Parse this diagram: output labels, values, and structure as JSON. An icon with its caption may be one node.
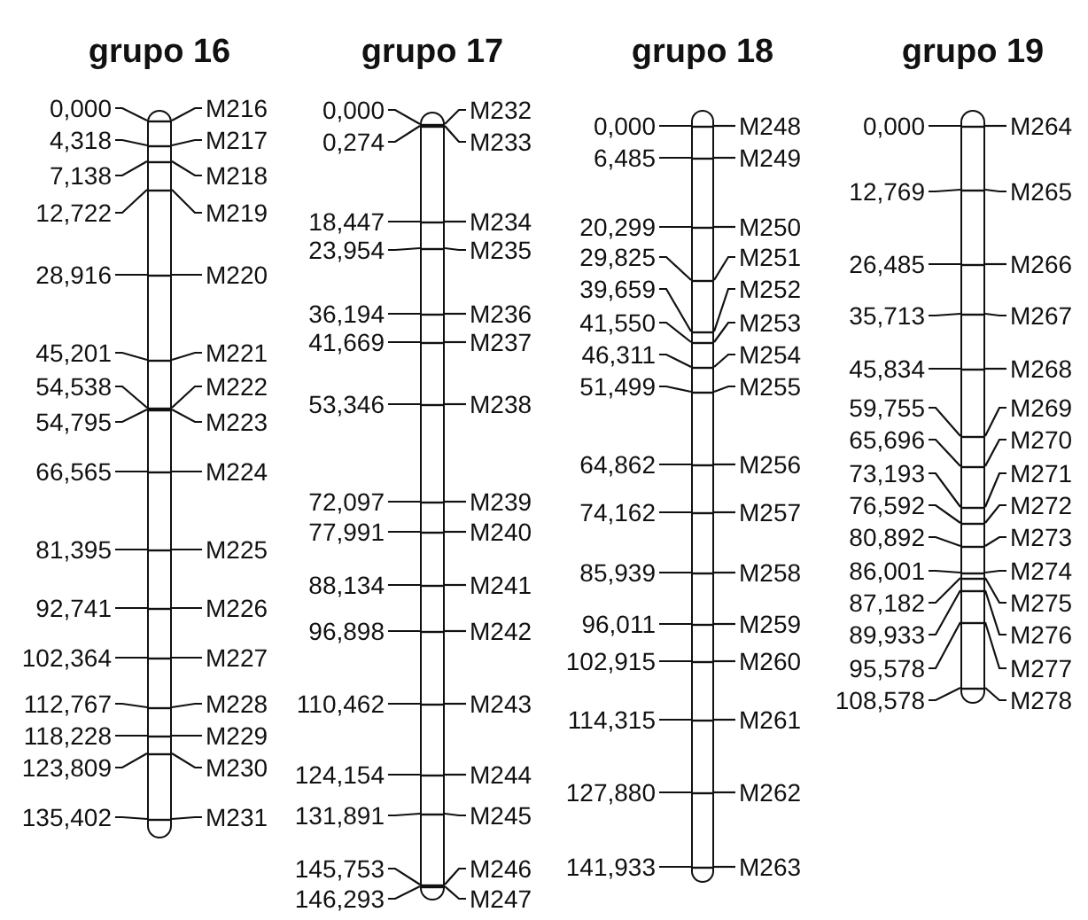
{
  "diagram": {
    "nodes": [
      {
        "text": [
          "grupo 16"
        ]
      },
      {
        "text": [
          "0,000"
        ]
      },
      {
        "text": [
          "M216"
        ]
      },
      {
        "text": [
          "4,318"
        ]
      },
      {
        "text": [
          "M217"
        ]
      },
      {
        "text": [
          "7,138"
        ]
      },
      {
        "text": [
          "M218"
        ]
      },
      {
        "text": [
          "12,722"
        ]
      },
      {
        "text": [
          "M219"
        ]
      },
      {
        "text": [
          "28,916"
        ]
      },
      {
        "text": [
          "M220"
        ]
      },
      {
        "text": [
          "45,201"
        ]
      },
      {
        "text": [
          "M221"
        ]
      },
      {
        "text": [
          "54,538"
        ]
      },
      {
        "text": [
          "M222"
        ]
      },
      {
        "text": [
          "54,795"
        ]
      },
      {
        "text": [
          "M223"
        ]
      },
      {
        "text": [
          "66,565"
        ]
      },
      {
        "text": [
          "M224"
        ]
      },
      {
        "text": [
          "81,395"
        ]
      },
      {
        "text": [
          "M225"
        ]
      },
      {
        "text": [
          "92,741"
        ]
      },
      {
        "text": [
          "M226"
        ]
      },
      {
        "text": [
          "102,364"
        ]
      },
      {
        "text": [
          "M227"
        ]
      },
      {
        "text": [
          "112,767"
        ]
      },
      {
        "text": [
          "M228"
        ]
      },
      {
        "text": [
          "118,228"
        ]
      },
      {
        "text": [
          "M229"
        ]
      },
      {
        "text": [
          "123,809"
        ]
      },
      {
        "text": [
          "M230"
        ]
      },
      {
        "text": [
          "135,402"
        ]
      },
      {
        "text": [
          "M231"
        ]
      },
      {
        "text": [
          "grupo 17"
        ]
      },
      {
        "text": [
          "0,000"
        ]
      },
      {
        "text": [
          "M232"
        ]
      },
      {
        "text": [
          "0,274"
        ]
      },
      {
        "text": [
          "M233"
        ]
      },
      {
        "text": [
          "18,447"
        ]
      },
      {
        "text": [
          "M234"
        ]
      },
      {
        "text": [
          "23,954"
        ]
      },
      {
        "text": [
          "M235"
        ]
      },
      {
        "text": [
          "36,194"
        ]
      },
      {
        "text": [
          "M236"
        ]
      },
      {
        "text": [
          "41,669"
        ]
      },
      {
        "text": [
          "M237"
        ]
      },
      {
        "text": [
          "53,346"
        ]
      },
      {
        "text": [
          "M238"
        ]
      },
      {
        "text": [
          "72,097"
        ]
      },
      {
        "text": [
          "M239"
        ]
      },
      {
        "text": [
          "77,991"
        ]
      },
      {
        "text": [
          "M240"
        ]
      },
      {
        "text": [
          "88,134"
        ]
      },
      {
        "text": [
          "M241"
        ]
      },
      {
        "text": [
          "96,898"
        ]
      },
      {
        "text": [
          "M242"
        ]
      },
      {
        "text": [
          "110,462"
        ]
      },
      {
        "text": [
          "M243"
        ]
      },
      {
        "text": [
          "124,154"
        ]
      },
      {
        "text": [
          "M244"
        ]
      },
      {
        "text": [
          "131,891"
        ]
      },
      {
        "text": [
          "M245"
        ]
      },
      {
        "text": [
          "145,753"
        ]
      },
      {
        "text": [
          "M246"
        ]
      },
      {
        "text": [
          "146,293"
        ]
      },
      {
        "text": [
          "M247"
        ]
      },
      {
        "text": [
          "grupo 18"
        ]
      },
      {
        "text": [
          "0,000"
        ]
      },
      {
        "text": [
          "M248"
        ]
      },
      {
        "text": [
          "6,485"
        ]
      },
      {
        "text": [
          "M249"
        ]
      },
      {
        "text": [
          "20,299"
        ]
      },
      {
        "text": [
          "M250"
        ]
      },
      {
        "text": [
          "29,825"
        ]
      },
      {
        "text": [
          "M251"
        ]
      },
      {
        "text": [
          "39,659"
        ]
      },
      {
        "text": [
          "M252"
        ]
      },
      {
        "text": [
          "41,550"
        ]
      },
      {
        "text": [
          "M253"
        ]
      },
      {
        "text": [
          "46,311"
        ]
      },
      {
        "text": [
          "M254"
        ]
      },
      {
        "text": [
          "51,499"
        ]
      },
      {
        "text": [
          "M255"
        ]
      },
      {
        "text": [
          "64,862"
        ]
      },
      {
        "text": [
          "M256"
        ]
      },
      {
        "text": [
          "74,162"
        ]
      },
      {
        "text": [
          "M257"
        ]
      },
      {
        "text": [
          "85,939"
        ]
      },
      {
        "text": [
          "M258"
        ]
      },
      {
        "text": [
          "96,011"
        ]
      },
      {
        "text": [
          "M259"
        ]
      },
      {
        "text": [
          "102,915"
        ]
      },
      {
        "text": [
          "M260"
        ]
      },
      {
        "text": [
          "114,315"
        ]
      },
      {
        "text": [
          "M261"
        ]
      },
      {
        "text": [
          "127,880"
        ]
      },
      {
        "text": [
          "M262"
        ]
      },
      {
        "text": [
          "141,933"
        ]
      },
      {
        "text": [
          "M263"
        ]
      },
      {
        "text": [
          "grupo 19"
        ]
      },
      {
        "text": [
          "0,000"
        ]
      },
      {
        "text": [
          "M264"
        ]
      },
      {
        "text": [
          "12,769"
        ]
      },
      {
        "text": [
          "M265"
        ]
      },
      {
        "text": [
          "26,485"
        ]
      },
      {
        "text": [
          "M266"
        ]
      },
      {
        "text": [
          "35,713"
        ]
      },
      {
        "text": [
          "M267"
        ]
      },
      {
        "text": [
          "45,834"
        ]
      },
      {
        "text": [
          "M268"
        ]
      },
      {
        "text": [
          "59,755"
        ]
      },
      {
        "text": [
          "M269"
        ]
      },
      {
        "text": [
          "65,696"
        ]
      },
      {
        "text": [
          "M270"
        ]
      },
      {
        "text": [
          "73,193"
        ]
      },
      {
        "text": [
          "M271"
        ]
      },
      {
        "text": [
          "76,592"
        ]
      },
      {
        "text": [
          "M272"
        ]
      },
      {
        "text": [
          "80,892"
        ]
      },
      {
        "text": [
          "M273"
        ]
      },
      {
        "text": [
          "86,001"
        ]
      },
      {
        "text": [
          "M274"
        ]
      },
      {
        "text": [
          "87,182"
        ]
      },
      {
        "text": [
          "M275"
        ]
      },
      {
        "text": [
          "89,933"
        ]
      },
      {
        "text": [
          "M276"
        ]
      },
      {
        "text": [
          "95,578"
        ]
      },
      {
        "text": [
          "M277"
        ]
      },
      {
        "text": [
          "108,578"
        ]
      },
      {
        "text": [
          "M278"
        ]
      }
    ],
    "edges": [
      {
        "from": 1,
        "to": 0,
        "arrow": "none"
      },
      {
        "from": 2,
        "to": 0,
        "arrow": "none"
      },
      {
        "from": 3,
        "to": 0,
        "arrow": "none"
      },
      {
        "from": 4,
        "to": 0,
        "arrow": "none"
      },
      {
        "from": 5,
        "to": 0,
        "arrow": "none"
      },
      {
        "from": 6,
        "to": 0,
        "arrow": "none"
      },
      {
        "from": 7,
        "to": 0,
        "arrow": "none"
      },
      {
        "from": 8,
        "to": 0,
        "arrow": "none"
      },
      {
        "from": 9,
        "to": 0,
        "arrow": "none"
      },
      {
        "from": 10,
        "to": 0,
        "arrow": "none"
      },
      {
        "from": 11,
        "to": 0,
        "arrow": "none"
      },
      {
        "from": 12,
        "to": 0,
        "arrow": "none"
      },
      {
        "from": 13,
        "to": 0,
        "arrow": "none"
      },
      {
        "from": 14,
        "to": 0,
        "arrow": "none"
      },
      {
        "from": 15,
        "to": 0,
        "arrow": "none"
      },
      {
        "from": 16,
        "to": 0,
        "arrow": "none"
      },
      {
        "from": 17,
        "to": 0,
        "arrow": "none"
      },
      {
        "from": 18,
        "to": 0,
        "arrow": "none"
      },
      {
        "from": 19,
        "to": 0,
        "arrow": "none"
      },
      {
        "from": 20,
        "to": 0,
        "arrow": "none"
      },
      {
        "from": 21,
        "to": 0,
        "arrow": "none"
      },
      {
        "from": 22,
        "to": 0,
        "arrow": "none"
      },
      {
        "from": 23,
        "to": 0,
        "arrow": "none"
      },
      {
        "from": 24,
        "to": 0,
        "arrow": "none"
      },
      {
        "from": 25,
        "to": 0,
        "arrow": "none"
      },
      {
        "from": 26,
        "to": 0,
        "arrow": "none"
      },
      {
        "from": 27,
        "to": 0,
        "arrow": "none"
      },
      {
        "from": 28,
        "to": 0,
        "arrow": "none"
      },
      {
        "from": 29,
        "to": 0,
        "arrow": "none"
      },
      {
        "from": 30,
        "to": 0,
        "arrow": "none"
      },
      {
        "from": 31,
        "to": 0,
        "arrow": "none"
      },
      {
        "from": 32,
        "to": 0,
        "arrow": "none"
      },
      {
        "from": 34,
        "to": 33,
        "arrow": "none"
      },
      {
        "from": 35,
        "to": 33,
        "arrow": "none"
      },
      {
        "from": 36,
        "to": 33,
        "arrow": "none"
      },
      {
        "from": 37,
        "to": 33,
        "arrow": "none"
      },
      {
        "from": 38,
        "to": 33,
        "arrow": "none"
      },
      {
        "from": 39,
        "to": 33,
        "arrow": "none"
      },
      {
        "from": 40,
        "to": 33,
        "arrow": "none"
      },
      {
        "from": 41,
        "to": 33,
        "arrow": "none"
      },
      {
        "from": 42,
        "to": 33,
        "arrow": "none"
      },
      {
        "from": 43,
        "to": 33,
        "arrow": "none"
      },
      {
        "from": 44,
        "to": 33,
        "arrow": "none"
      },
      {
        "from": 45,
        "to": 33,
        "arrow": "none"
      },
      {
        "from": 46,
        "to": 33,
        "arrow": "none"
      },
      {
        "from": 47,
        "to": 33,
        "arrow": "none"
      },
      {
        "from": 48,
        "to": 33,
        "arrow": "none"
      },
      {
        "from": 49,
        "to": 33,
        "arrow": "none"
      },
      {
        "from": 50,
        "to": 33,
        "arrow": "none"
      },
      {
        "from": 51,
        "to": 33,
        "arrow": "none"
      },
      {
        "from": 52,
        "to": 33,
        "arrow": "none"
      },
      {
        "from": 53,
        "to": 33,
        "arrow": "none"
      },
      {
        "from": 54,
        "to": 33,
        "arrow": "none"
      },
      {
        "from": 55,
        "to": 33,
        "arrow": "none"
      },
      {
        "from": 56,
        "to": 33,
        "arrow": "none"
      },
      {
        "from": 57,
        "to": 33,
        "arrow": "none"
      },
      {
        "from": 58,
        "to": 33,
        "arrow": "none"
      },
      {
        "from": 59,
        "to": 33,
        "arrow": "none"
      },
      {
        "from": 60,
        "to": 33,
        "arrow": "none"
      },
      {
        "from": 61,
        "to": 33,
        "arrow": "none"
      },
      {
        "from": 62,
        "to": 33,
        "arrow": "none"
      },
      {
        "from": 63,
        "to": 33,
        "arrow": "none"
      },
      {
        "from": 64,
        "to": 33,
        "arrow": "none"
      },
      {
        "from": 65,
        "to": 33,
        "arrow": "none"
      },
      {
        "from": 67,
        "to": 66,
        "arrow": "none"
      },
      {
        "from": 68,
        "to": 66,
        "arrow": "none"
      },
      {
        "from": 69,
        "to": 66,
        "arrow": "none"
      },
      {
        "from": 70,
        "to": 66,
        "arrow": "none"
      },
      {
        "from": 71,
        "to": 66,
        "arrow": "none"
      },
      {
        "from": 72,
        "to": 66,
        "arrow": "none"
      },
      {
        "from": 73,
        "to": 66,
        "arrow": "none"
      },
      {
        "from": 74,
        "to": 66,
        "arrow": "none"
      },
      {
        "from": 75,
        "to": 66,
        "arrow": "none"
      },
      {
        "from": 76,
        "to": 66,
        "arrow": "none"
      },
      {
        "from": 77,
        "to": 66,
        "arrow": "none"
      },
      {
        "from": 78,
        "to": 66,
        "arrow": "none"
      },
      {
        "from": 79,
        "to": 66,
        "arrow": "none"
      },
      {
        "from": 80,
        "to": 66,
        "arrow": "none"
      },
      {
        "from": 81,
        "to": 66,
        "arrow": "none"
      },
      {
        "from": 82,
        "to": 66,
        "arrow": "none"
      },
      {
        "from": 83,
        "to": 66,
        "arrow": "none"
      },
      {
        "from": 84,
        "to": 66,
        "arrow": "none"
      },
      {
        "from": 85,
        "to": 66,
        "arrow": "none"
      },
      {
        "from": 86,
        "to": 66,
        "arrow": "none"
      },
      {
        "from": 87,
        "to": 66,
        "arrow": "none"
      },
      {
        "from": 88,
        "to": 66,
        "arrow": "none"
      },
      {
        "from": 89,
        "to": 66,
        "arrow": "none"
      },
      {
        "from": 90,
        "to": 66,
        "arrow": "none"
      },
      {
        "from": 91,
        "to": 66,
        "arrow": "none"
      },
      {
        "from": 92,
        "to": 66,
        "arrow": "none"
      },
      {
        "from": 93,
        "to": 66,
        "arrow": "none"
      },
      {
        "from": 94,
        "to": 66,
        "arrow": "none"
      },
      {
        "from": 95,
        "to": 66,
        "arrow": "none"
      },
      {
        "from": 96,
        "to": 66,
        "arrow": "none"
      },
      {
        "from": 97,
        "to": 66,
        "arrow": "none"
      },
      {
        "from": 98,
        "to": 66,
        "arrow": "none"
      },
      {
        "from": 100,
        "to": 99,
        "arrow": "none"
      },
      {
        "from": 101,
        "to": 99,
        "arrow": "none"
      },
      {
        "from": 102,
        "to": 99,
        "arrow": "none"
      },
      {
        "from": 103,
        "to": 99,
        "arrow": "none"
      },
      {
        "from": 104,
        "to": 99,
        "arrow": "none"
      },
      {
        "from": 105,
        "to": 99,
        "arrow": "none"
      },
      {
        "from": 106,
        "to": 99,
        "arrow": "none"
      },
      {
        "from": 107,
        "to": 99,
        "arrow": "none"
      },
      {
        "from": 108,
        "to": 99,
        "arrow": "none"
      },
      {
        "from": 109,
        "to": 99,
        "arrow": "none"
      },
      {
        "from": 110,
        "to": 99,
        "arrow": "none"
      },
      {
        "from": 111,
        "to": 99,
        "arrow": "none"
      },
      {
        "from": 112,
        "to": 99,
        "arrow": "none"
      },
      {
        "from": 113,
        "to": 99,
        "arrow": "none"
      },
      {
        "from": 114,
        "to": 99,
        "arrow": "none"
      },
      {
        "from": 115,
        "to": 99,
        "arrow": "none"
      },
      {
        "from": 116,
        "to": 99,
        "arrow": "none"
      },
      {
        "from": 117,
        "to": 99,
        "arrow": "none"
      },
      {
        "from": 118,
        "to": 99,
        "arrow": "none"
      },
      {
        "from": 119,
        "to": 99,
        "arrow": "none"
      },
      {
        "from": 120,
        "to": 99,
        "arrow": "none"
      },
      {
        "from": 121,
        "to": 99,
        "arrow": "none"
      },
      {
        "from": 122,
        "to": 99,
        "arrow": "none"
      },
      {
        "from": 123,
        "to": 99,
        "arrow": "none"
      },
      {
        "from": 124,
        "to": 99,
        "arrow": "none"
      },
      {
        "from": 125,
        "to": 99,
        "arrow": "none"
      },
      {
        "from": 126,
        "to": 99,
        "arrow": "none"
      },
      {
        "from": 127,
        "to": 99,
        "arrow": "none"
      },
      {
        "from": 128,
        "to": 99,
        "arrow": "none"
      },
      {
        "from": 129,
        "to": 99,
        "arrow": "none"
      }
    ]
  }
}
